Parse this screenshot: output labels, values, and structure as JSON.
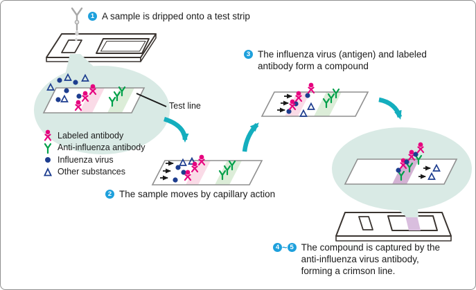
{
  "steps": {
    "step1": {
      "badge": "1",
      "text": "A sample is dripped onto a test strip"
    },
    "step2": {
      "badge": "2",
      "text": "The sample moves by capillary action"
    },
    "step3": {
      "badge": "3",
      "text": "The influenza virus (antigen) and labeled\nantibody form a compound"
    },
    "step45": {
      "badge_start": "4",
      "connector": "~",
      "badge_end": "5",
      "text": "The compound is captured by the\nanti-influenza virus antibody,\nforming a crimson line."
    }
  },
  "callouts": {
    "test_line": "Test line"
  },
  "legend": {
    "items": [
      {
        "icon": "labeled-antibody-icon",
        "label": "Labeled antibody",
        "color": "#e6007e"
      },
      {
        "icon": "anti-influenza-antibody-icon",
        "label": "Anti-influenza antibody",
        "color": "#00a04a"
      },
      {
        "icon": "influenza-virus-icon",
        "label": "Influenza virus",
        "color": "#1d3d8f"
      },
      {
        "icon": "other-substances-icon",
        "label": "Other substances",
        "color": "#1d3d8f"
      }
    ]
  },
  "colors": {
    "step_badge_blue": "#1ea0dc",
    "flow_arrow_teal": "#14aebe",
    "labeled_antibody_magenta": "#e6007e",
    "anti_influenza_antibody_green": "#00a04a",
    "virus_navy": "#1d3d8f",
    "test_line_pink_stripe": "#fadbe7",
    "test_line_green_stripe": "#dcedd8",
    "crimson_result_band": "#d3b2d3",
    "magnifier_ellipse": "#d9eae5",
    "strip_border": "#8f8f8f",
    "cassette_outline": "#3a3430"
  }
}
